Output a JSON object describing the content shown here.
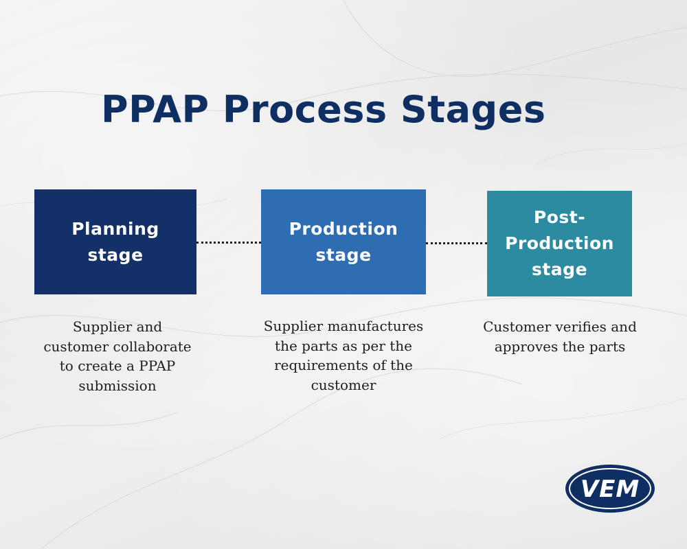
{
  "title": "PPAP Process Stages",
  "stages": [
    {
      "label": "Planning stage",
      "description": "Supplier and customer collaborate to create a PPAP submission",
      "color": "#133068"
    },
    {
      "label": "Production stage",
      "description": "Supplier manufactures the parts as per the requirements of the customer",
      "color": "#2f6db2"
    },
    {
      "label": "Post-Production stage",
      "description": "Customer verifies and approves the parts",
      "color": "#2c8ba1"
    }
  ],
  "logo": {
    "text": "VEM",
    "color": "#0f2f63"
  },
  "colors": {
    "title": "#0f2f63",
    "connector": "#1f1f1f",
    "description": "#1d1d1d"
  }
}
